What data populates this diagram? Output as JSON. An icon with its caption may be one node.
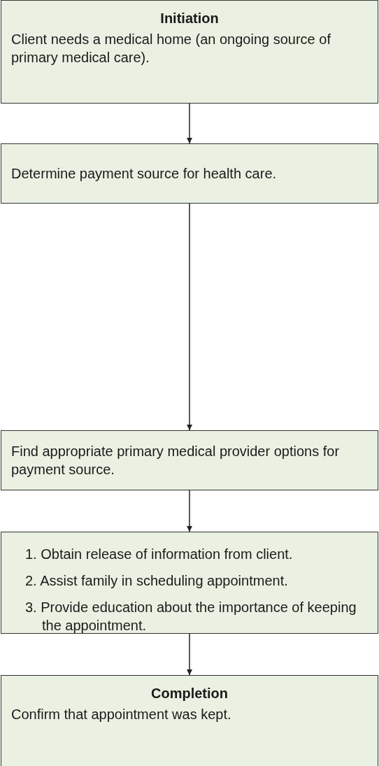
{
  "diagram": {
    "nodes": [
      {
        "text": [
          "Initiation",
          "Client needs a medical home (an ongoing source of primary medical care)."
        ]
      },
      {
        "text": [
          "Determine payment source for health care."
        ]
      },
      {
        "text": [
          "Find appropriate primary medical provider options for payment source."
        ]
      },
      {
        "text": [
          "1. Obtain release of information from client.",
          "2. Assist family in scheduling appointment.",
          "3. Provide education about the importance of keeping the appointment."
        ]
      },
      {
        "text": [
          "Completion",
          "Confirm that appointment was kept."
        ]
      }
    ],
    "edges": [
      {
        "from": 0,
        "to": 1,
        "arrow": "to"
      },
      {
        "from": 1,
        "to": 2,
        "arrow": "to"
      },
      {
        "from": 2,
        "to": 3,
        "arrow": "to"
      },
      {
        "from": 3,
        "to": 4,
        "arrow": "to"
      }
    ]
  }
}
